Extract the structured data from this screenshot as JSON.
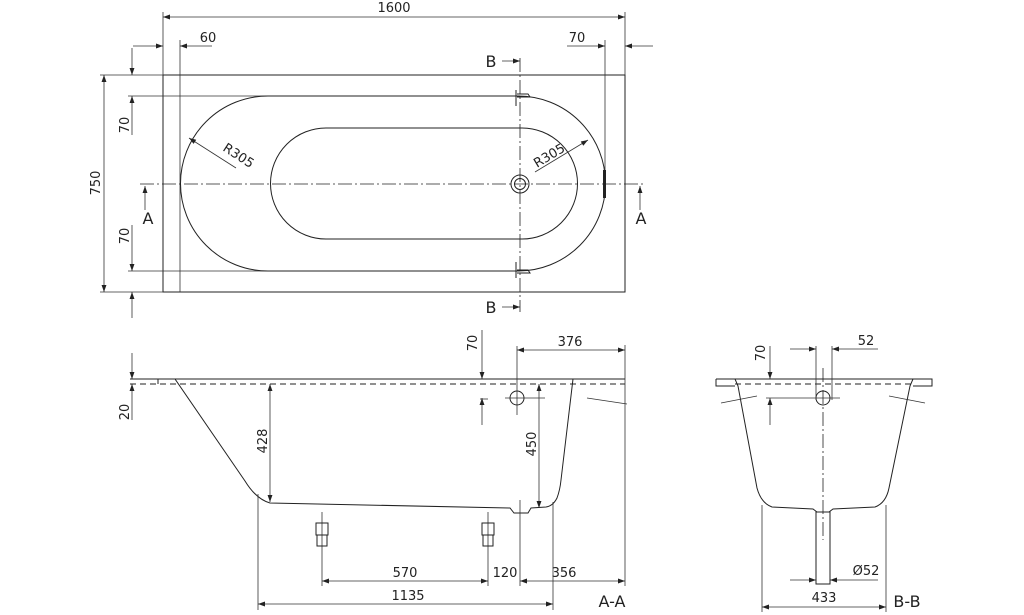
{
  "top_view": {
    "dim_length": "1600",
    "dim_left_offset": "60",
    "dim_right_offset": "70",
    "dim_width": "750",
    "dim_top_offset": "70",
    "dim_bottom_offset": "70",
    "radius_left": "R305",
    "radius_right": "R305",
    "section_a": "A",
    "section_b": "B"
  },
  "section_aa": {
    "label": "A-A",
    "dim_rim": "20",
    "dim_depth_left": "428",
    "dim_depth_right": "450",
    "dim_overflow": "70",
    "dim_drain_offset": "376",
    "dim_feet_spacing": "570",
    "dim_feet_drain": "120",
    "dim_drain_end": "356",
    "dim_bottom_length": "1135"
  },
  "section_bb": {
    "label": "B-B",
    "dim_overflow": "70",
    "dim_overflow_dia": "52",
    "dim_drain_dia": "Ø52",
    "dim_bottom_width": "433"
  }
}
